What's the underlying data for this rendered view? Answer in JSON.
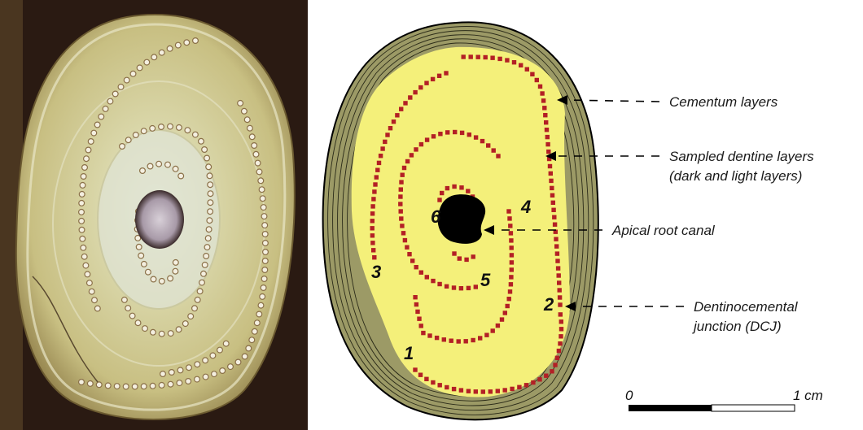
{
  "labels": {
    "cementum": "Cementum layers",
    "sampled_line1": "Sampled dentine layers",
    "sampled_line2": "(dark and light layers)",
    "canal": "Apical root canal",
    "dcj_line1": "Dentinocemental",
    "dcj_line2": "junction (DCJ)"
  },
  "sample_numbers": [
    "1",
    "2",
    "3",
    "4",
    "5",
    "6"
  ],
  "scale_bar": {
    "start_label": "0",
    "end_label": "1 cm"
  },
  "colors": {
    "cementum_fill": "#9c9a66",
    "dentine_fill": "#f4f07a",
    "sample_dots": "#b32025",
    "canal": "#000000"
  }
}
